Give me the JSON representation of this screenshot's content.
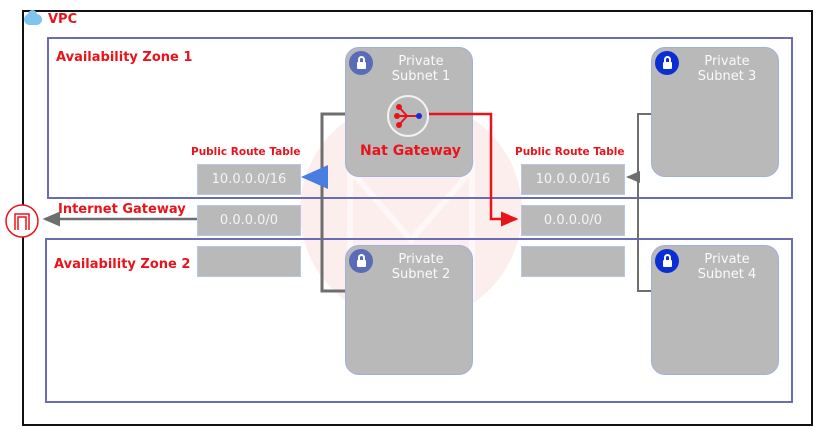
{
  "vpc": {
    "title": "VPC",
    "icon": "cloud-icon"
  },
  "zones": [
    {
      "label": "Availability Zone 1"
    },
    {
      "label": "Availability Zone 2"
    }
  ],
  "subnets": [
    {
      "line1": "Private",
      "line2": "Subnet 1",
      "icon": "lock-icon"
    },
    {
      "line1": "Private",
      "line2": "Subnet 2",
      "icon": "lock-icon"
    },
    {
      "line1": "Private",
      "line2": "Subnet 3",
      "icon": "lock-icon"
    },
    {
      "line1": "Private",
      "line2": "Subnet 4",
      "icon": "lock-icon"
    }
  ],
  "nat_gateway": {
    "label": "Nat Gateway",
    "icon": "nat-gateway-icon"
  },
  "internet_gateway": {
    "label": "Internet Gateway",
    "icon": "internet-gateway-icon"
  },
  "route_tables": [
    {
      "label": "Public Route Table",
      "entries": [
        "10.0.0.0/16",
        "0.0.0.0/0",
        ""
      ]
    },
    {
      "label": "Public Route Table",
      "entries": [
        "10.0.0.0/16",
        "0.0.0.0/0",
        ""
      ]
    }
  ],
  "colors": {
    "label_red": "#e8141b",
    "zone_border": "#6c6cb5",
    "subnet_fill": "#b9b9b9",
    "lock_blue": "#0a2ed3",
    "lock_muted": "#5a6bb8",
    "arrow_blue": "#4a7de0",
    "connector_gray": "#6e6e6e"
  }
}
